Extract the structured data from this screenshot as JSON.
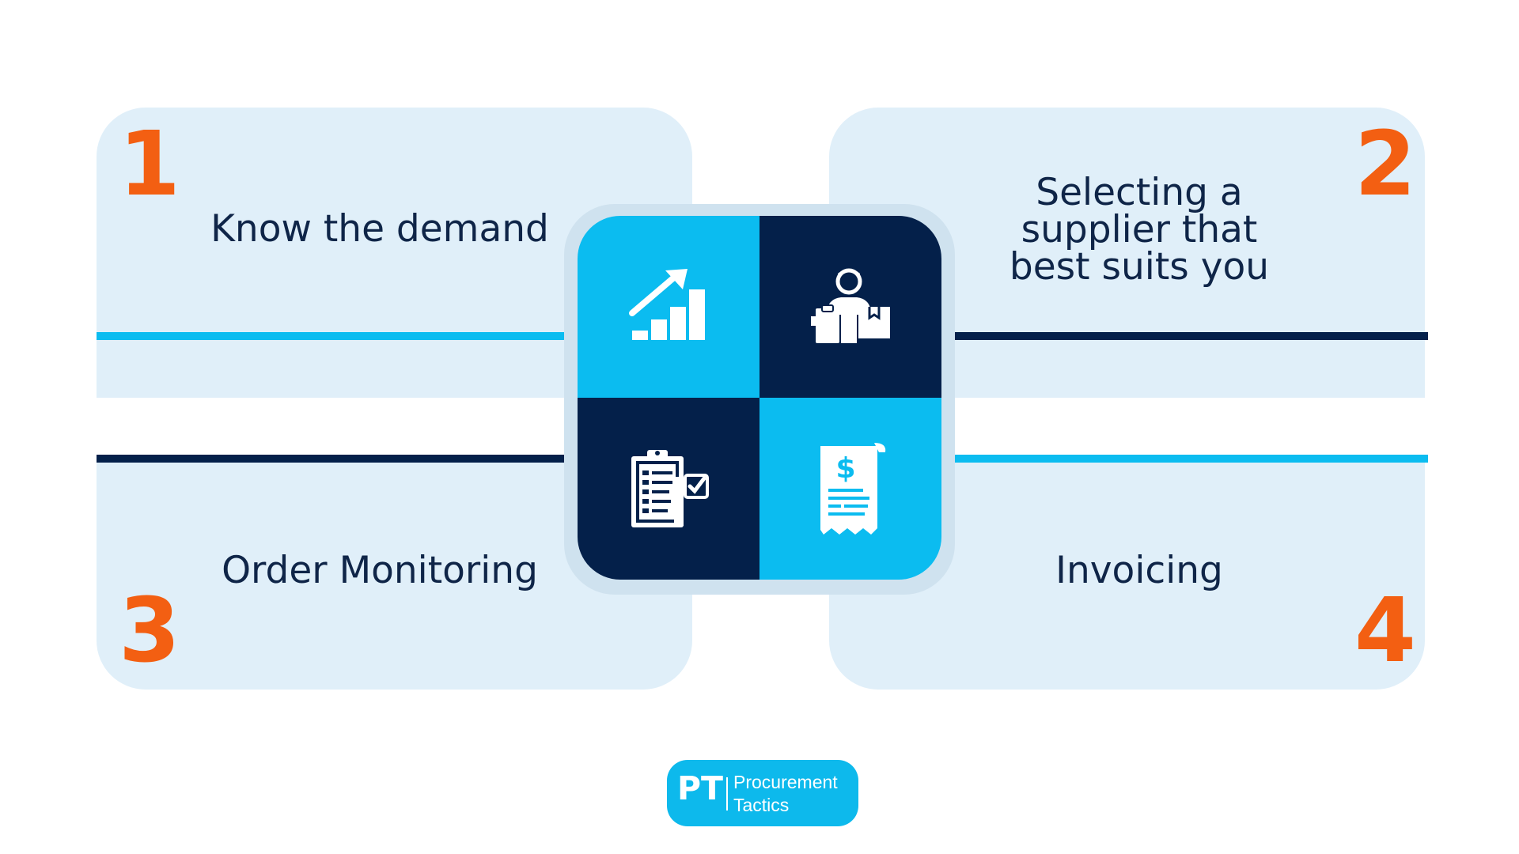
{
  "colors": {
    "accent_orange": "#f35f12",
    "navy": "#04204a",
    "sky": "#0bbcf0",
    "card_bg": "#e0eff9",
    "text": "#0f2548"
  },
  "steps": [
    {
      "number": "1",
      "title": "Know the demand",
      "icon": "growth-chart-icon",
      "line_color": "#0bbcf0"
    },
    {
      "number": "2",
      "title": "Selecting a supplier that best suits you",
      "icon": "supplier-person-icon",
      "line_color": "#04204a"
    },
    {
      "number": "3",
      "title": "Order Monitoring",
      "icon": "clipboard-checklist-icon",
      "line_color": "#04204a"
    },
    {
      "number": "4",
      "title": "Invoicing",
      "icon": "invoice-receipt-icon",
      "line_color": "#0bbcf0"
    }
  ],
  "title_lines": {
    "step2": [
      "Selecting a",
      "supplier that",
      "best suits you"
    ]
  },
  "logo": {
    "mark": "PT",
    "line1": "Procurement",
    "line2": "Tactics"
  }
}
